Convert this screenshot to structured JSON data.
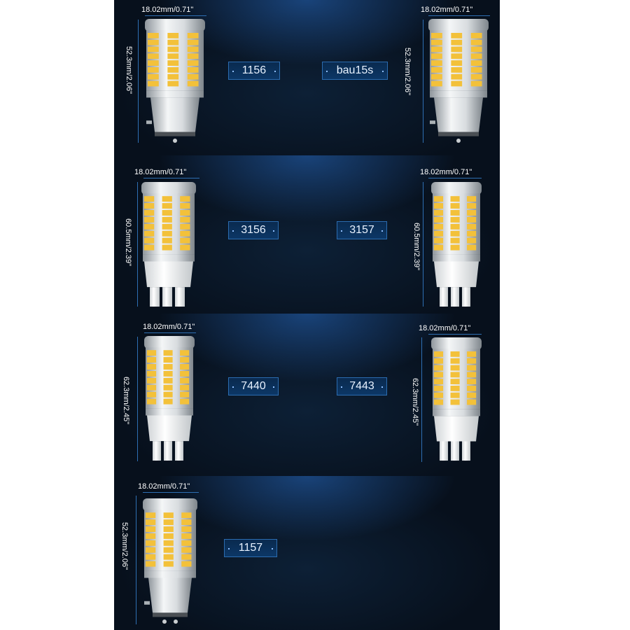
{
  "colors": {
    "background": "#07101c",
    "accent": "#2e6fb3",
    "led": "#f3c13a",
    "text": "#ffffff"
  },
  "bulbs": [
    {
      "model": "1156",
      "width_label": "18.02mm/0.71\"",
      "length_label": "52.3mm/2.06\"",
      "base_type": "bayonet-single"
    },
    {
      "model": "bau15s",
      "width_label": "18.02mm/0.71\"",
      "length_label": "52.3mm/2.06\"",
      "base_type": "bayonet-single"
    },
    {
      "model": "3156",
      "width_label": "18.02mm/0.71\"",
      "length_label": "60.5mm/2.39\"",
      "base_type": "wedge"
    },
    {
      "model": "3157",
      "width_label": "18.02mm/0.71\"",
      "length_label": "60.5mm/2.39\"",
      "base_type": "wedge"
    },
    {
      "model": "7440",
      "width_label": "18.02mm/0.71\"",
      "length_label": "62.3mm/2.45\"",
      "base_type": "wedge"
    },
    {
      "model": "7443",
      "width_label": "18.02mm/0.71\"",
      "length_label": "62.3mm/2.45\"",
      "base_type": "wedge"
    },
    {
      "model": "1157",
      "width_label": "18.02mm/0.71\"",
      "length_label": "52.3mm/2.06\"",
      "base_type": "bayonet-double"
    }
  ],
  "icons": {
    "bulb": "led-bulb-icon"
  }
}
